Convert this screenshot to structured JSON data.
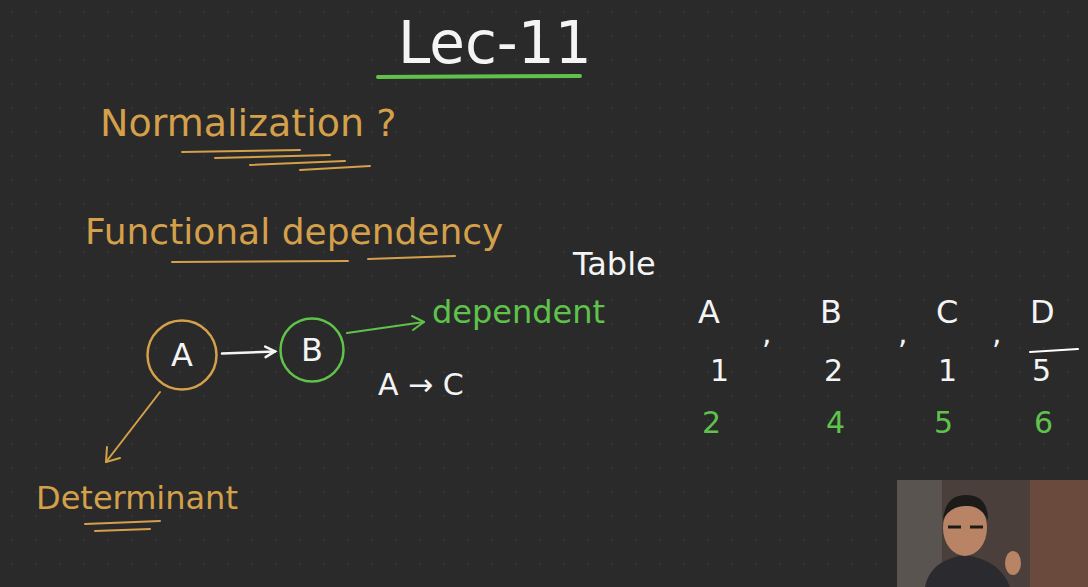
{
  "diagram": {
    "title": "Lec-11",
    "nodes": [
      {
        "text": [
          "A"
        ]
      },
      {
        "text": [
          "B"
        ]
      }
    ],
    "edges": [
      {
        "from": 0,
        "to": 1,
        "arrow": "to"
      }
    ],
    "labels": [
      "Normalization ?",
      "Functional dependency",
      "dependent",
      "A → C",
      "Determinant",
      "Table",
      "A",
      ",",
      "B",
      ",",
      "C",
      ",",
      "D",
      "1",
      "2",
      "1",
      "5",
      "2",
      "4",
      "5",
      "6"
    ]
  }
}
